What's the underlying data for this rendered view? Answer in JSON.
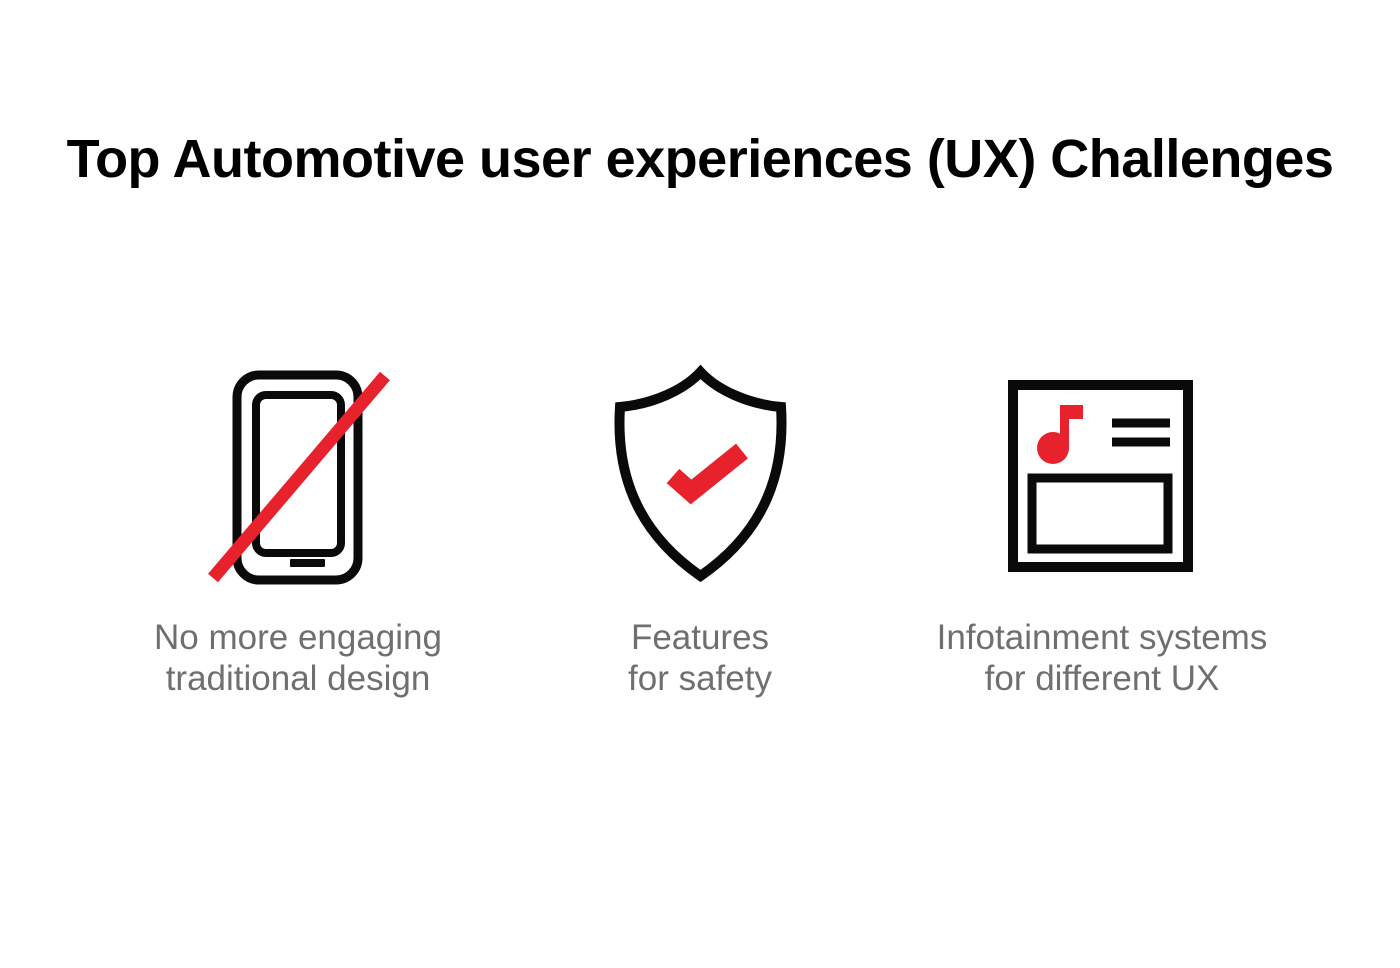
{
  "page": {
    "title": "Top Automotive user experiences (UX) Challenges"
  },
  "colors": {
    "page_bg": "#FFFFFF",
    "title_black": "#000000",
    "icon_black": "#0A0A0A",
    "accent_red": "#E8222D",
    "caption_gray": "#6F6F6F"
  },
  "items": [
    {
      "icon": "phone-slash-icon",
      "caption_line1": "No more engaging",
      "caption_line2": "traditional design"
    },
    {
      "icon": "shield-check-icon",
      "caption_line1": "Features",
      "caption_line2": "for safety"
    },
    {
      "icon": "infotainment-screen-icon",
      "caption_line1": "Infotainment systems",
      "caption_line2": "for different UX"
    }
  ]
}
